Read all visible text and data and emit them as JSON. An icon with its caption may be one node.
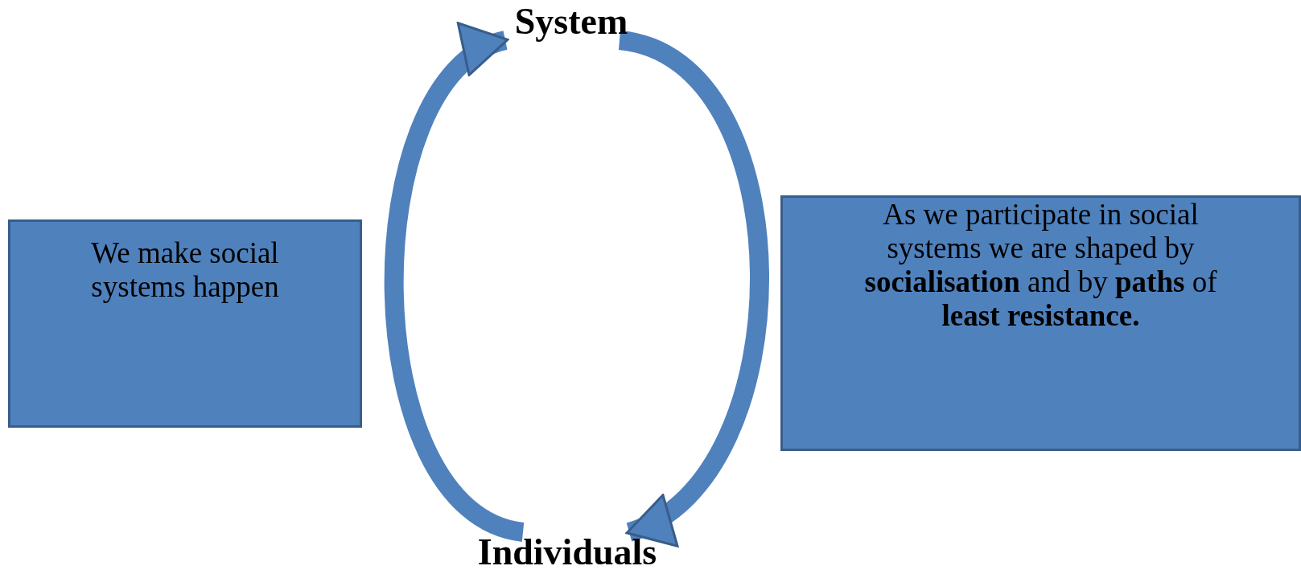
{
  "diagram": {
    "nodes": [
      {
        "text": [
          "System"
        ]
      },
      {
        "text": [
          "We make social systems happen"
        ]
      },
      {
        "text": [
          "As we participate in social systems we are shaped by **socialisation** and by **paths** of **least resistance.**"
        ]
      },
      {
        "text": [
          "Individuals"
        ]
      }
    ],
    "edges": [
      {
        "from": 3,
        "to": 0,
        "arrow": "to"
      },
      {
        "from": 0,
        "to": 3,
        "arrow": "to"
      }
    ]
  }
}
